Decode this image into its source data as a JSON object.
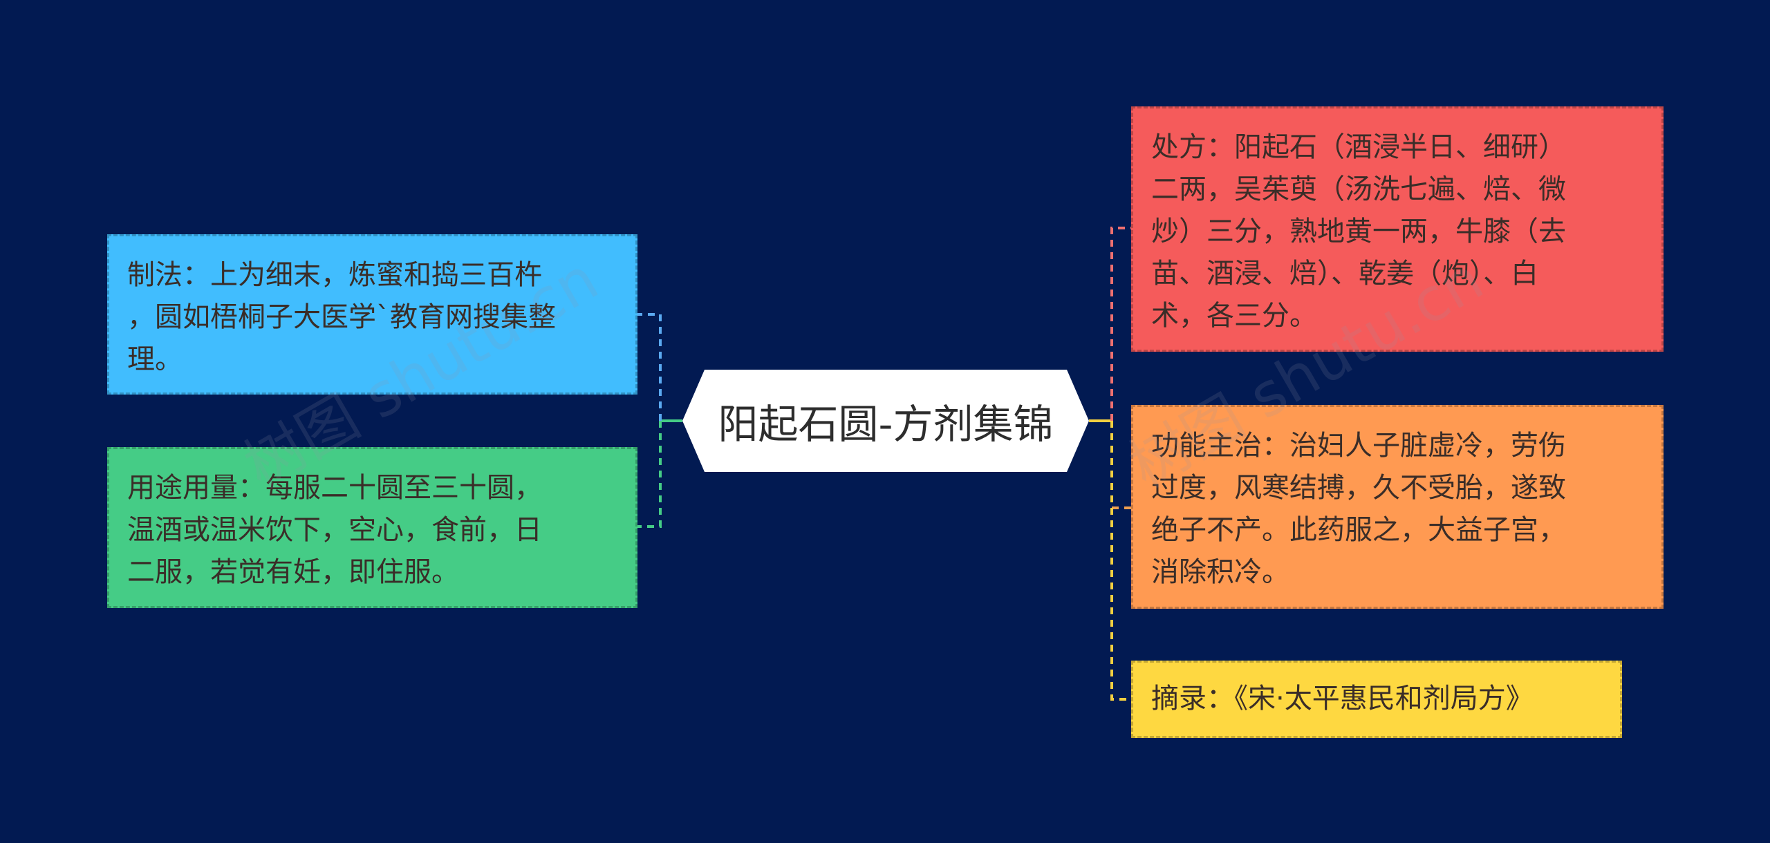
{
  "central": {
    "title": "阳起石圆-方剂集锦"
  },
  "left_nodes": [
    {
      "lines": [
        "制法：上为细末，炼蜜和捣三百杵",
        "，圆如梧桐子大医学`教育网搜集整",
        "理。"
      ],
      "color": "#41bdfe",
      "link_color": "#5aa9f0"
    },
    {
      "lines": [
        "用途用量：每服二十圆至三十圆，",
        "温酒或温米饮下，空心，食前，日",
        "二服，若觉有妊，即住服。"
      ],
      "color": "#45cc86",
      "link_color": "#45cc86"
    }
  ],
  "right_nodes": [
    {
      "lines": [
        "处方：阳起石（酒浸半日、细研）",
        "二两，吴茱萸（汤洗七遍、焙、微",
        "炒）三分，熟地黄一两，牛膝（去",
        "苗、酒浸、焙）、乾姜（炮）、白",
        "术，各三分。"
      ],
      "color": "#f55b5b",
      "link_color": "#f07070"
    },
    {
      "lines": [
        "功能主治：治妇人子脏虚冷，劳伤",
        "过度，风寒结搏，久不受胎，遂致",
        "绝子不产。此药服之，大益子宫，",
        "消除积冷。"
      ],
      "color": "#ff9a52",
      "link_color": "#f0a050"
    },
    {
      "lines": [
        "摘录：《宋·太平惠民和剂局方》"
      ],
      "color": "#fed841",
      "link_color": "#f4d040"
    }
  ],
  "watermarks": [
    "树图 shutu.cn",
    "树图 shutu.cn"
  ]
}
